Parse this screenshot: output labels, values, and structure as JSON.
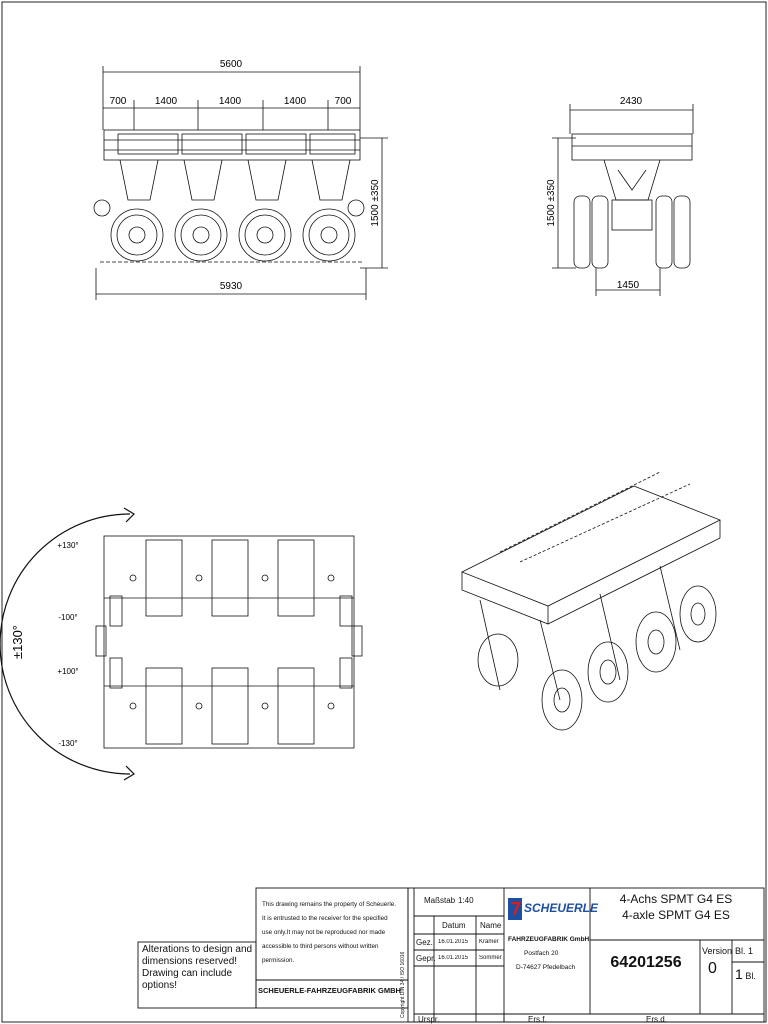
{
  "dimensions": {
    "side_total": "5600",
    "side_parts": [
      "700",
      "1400",
      "1400",
      "1400",
      "700"
    ],
    "side_overall": "5930",
    "side_height": "1500 ±350",
    "front_width": "2430",
    "front_height": "1500 ±350",
    "front_track": "1450"
  },
  "steering": {
    "angle_main": "±130°",
    "angles": [
      "+130°",
      "-100°",
      "+100°",
      "-130°"
    ]
  },
  "title_block": {
    "notice_alterations": [
      "Alterations to design and",
      "dimensions reserved!",
      "Drawing can include options!"
    ],
    "property_text": [
      "This drawing remains the property of Scheuerle.",
      "It is entrusted to the receiver for the specified",
      "use only.It may not be reproduced nor made",
      "accessible to third persons without written",
      "permission."
    ],
    "company_footer": "SCHEUERLE-FAHRZEUGFABRIK GMBH",
    "copyright_vertical": "Copyright DIN 34 / ISO 16016",
    "scale_label": "Maßstab",
    "scale_value": "1:40",
    "col_date": "Datum",
    "col_name": "Name",
    "row_drawn": "Gez.",
    "row_checked": "Gepr.",
    "drawn_date": "16.01.2015",
    "drawn_name": "Krämer",
    "checked_date": "16.01.2015",
    "checked_name": "Sommer",
    "logo_text": "SCHEUERLE",
    "company_name": "FAHRZEUGFABRIK GmbH",
    "street": "Postfach 20",
    "city": "D-74627 Pfedelbach",
    "title_de": "4-Achs SPMT G4 ES",
    "title_en": "4-axle SPMT G4 ES",
    "drawing_number": "64201256",
    "version_label": "Version",
    "version_value": "0",
    "sheet_label": "Bl.",
    "sheet_no": "1",
    "sheet_total": "1",
    "sheet_total_label": "Bl.",
    "origin_label": "Urspr.",
    "replaces_label": "Ers.f.",
    "replaced_by_label": "Ers.d."
  }
}
